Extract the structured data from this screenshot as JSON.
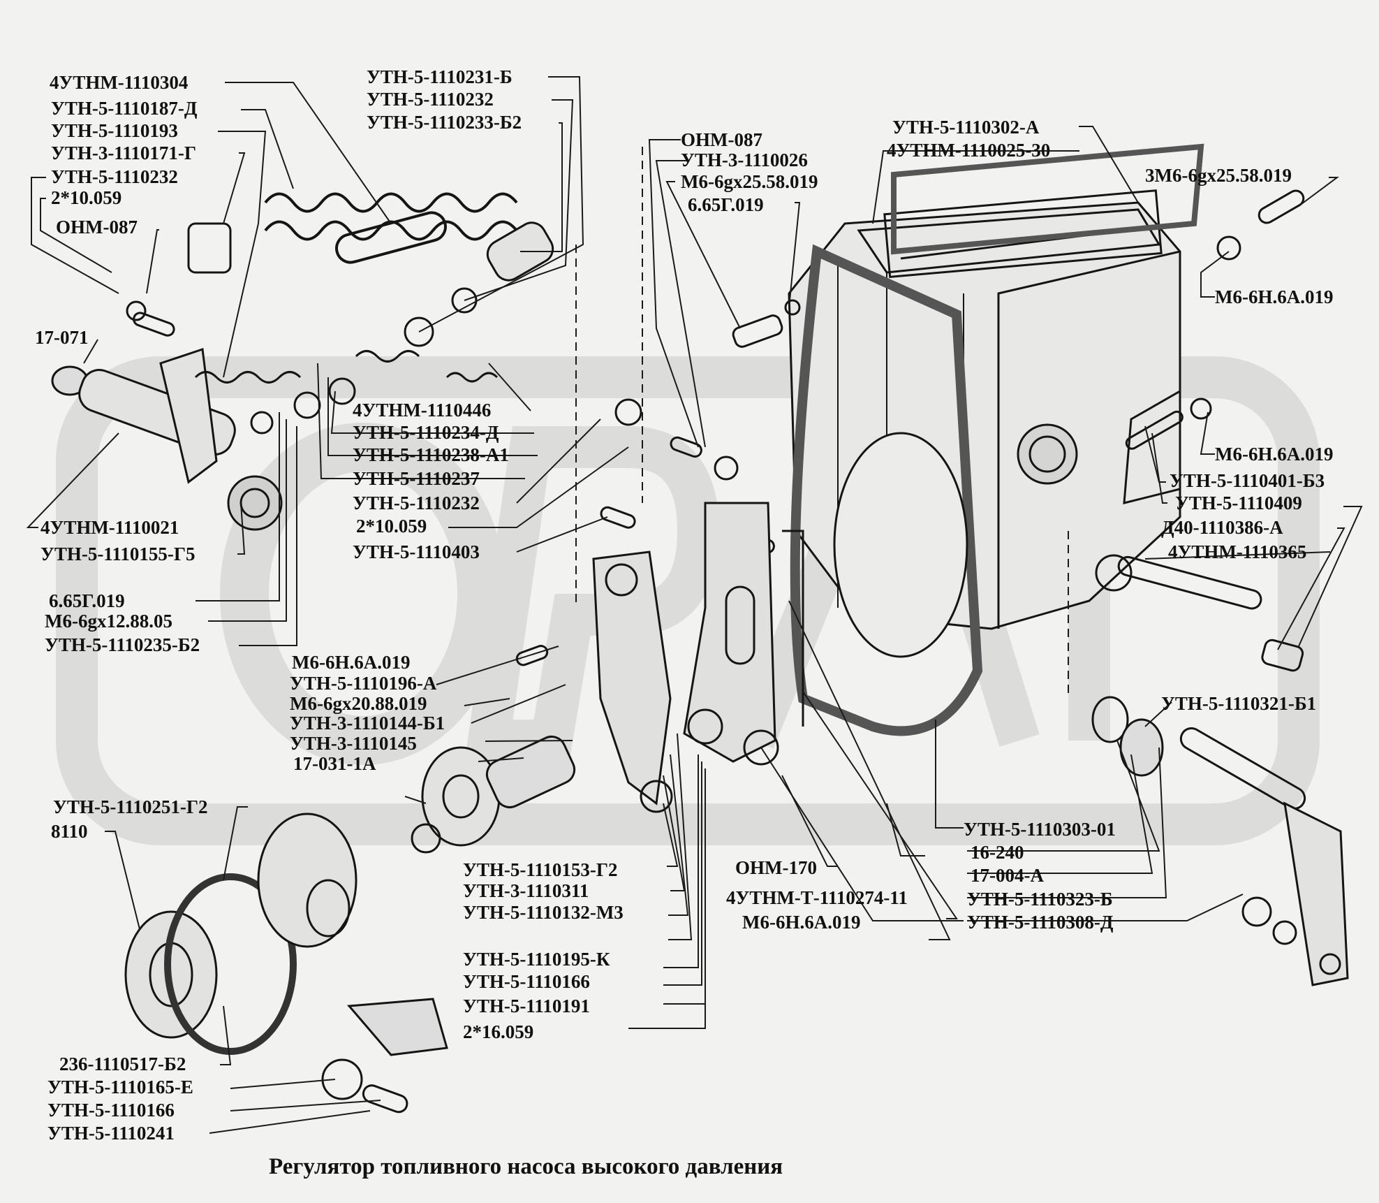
{
  "title": "Регулятор топливного насоса  высокого давления",
  "labels": [
    "4УТНМ-1110304",
    "УТН-5-1110187-Д",
    "УТН-5-1110193",
    "УТН-3-1110171-Г",
    "УТН-5-1110232",
    "2*10.059",
    "ОНМ-087",
    "17-071",
    "4УТНМ-1110021",
    "УТН-5-1110155-Г5",
    "6.65Г.019",
    "М6-6gx12.88.05",
    "УТН-5-1110235-Б2",
    "УТН-5-1110231-Б",
    "УТН-5-1110232",
    "УТН-5-1110233-Б2",
    "4УТНМ-1110446",
    "УТН-5-1110234-Д",
    "УТН-5-1110238-А1",
    "УТН-5-1110237",
    "УТН-5-1110232",
    "2*10.059",
    "УТН-5-1110403",
    "М6-6Н.6А.019",
    "УТН-5-1110196-А",
    "М6-6gx20.88.019",
    "УТН-3-1110144-Б1",
    "УТН-3-1110145",
    "17-031-1А",
    "ОНМ-087",
    "УТН-3-1110026",
    "М6-6gx25.58.019",
    "6.65Г.019",
    "УТН-5-1110302-А",
    "4УТНМ-1110025-30",
    "3М6-6gx25.58.019",
    "М6-6Н.6А.019",
    "М6-6Н.6А.019",
    "УТН-5-1110401-Б3",
    "УТН-5-1110409",
    "Д40-1110386-А",
    "4УТНМ-1110365",
    "УТН-5-1110321-Б1",
    "УТН-5-1110251-Г2",
    "8110",
    "236-1110517-Б2",
    "УТН-5-1110165-Е",
    "УТН-5-1110166",
    "УТН-5-1110241",
    "УТН-5-1110153-Г2",
    "УТН-3-1110311",
    "УТН-5-1110132-М3",
    "УТН-5-1110195-К",
    "УТН-5-1110166",
    "УТН-5-1110191",
    "2*16.059",
    "ОНМ-170",
    "4УТНМ-Т-1110274-11",
    "М6-6Н.6А.019",
    "УТН-5-1110303-01",
    "16-240",
    "17-004-А",
    "УТН-5-1110323-Б",
    "УТН-5-1110308-Д"
  ]
}
